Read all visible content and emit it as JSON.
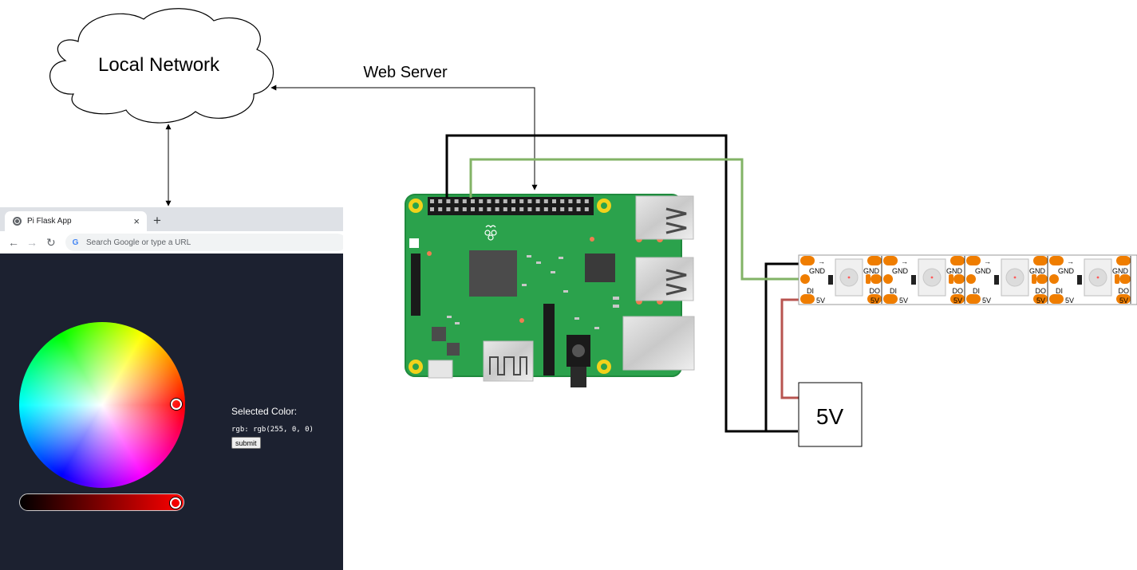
{
  "diagram": {
    "cloud_label": "Local Network",
    "connection_label": "Web Server",
    "power_supply_label": "5V"
  },
  "led_strip": {
    "pin_labels": {
      "gnd": "GND",
      "di": "DI",
      "do": "DO",
      "v5": "5V",
      "arrow": "→"
    }
  },
  "browser": {
    "tab_title": "Pi Flask App",
    "tab_close": "×",
    "new_tab": "+",
    "back": "←",
    "forward": "→",
    "reload": "↻",
    "google_mark": "G",
    "search_placeholder": "Search Google or type a URL"
  },
  "app": {
    "selected_label": "Selected Color:",
    "rgb_value": "rgb: rgb(255, 0, 0)",
    "submit_label": "submit"
  },
  "colors": {
    "background": "#ffffff",
    "app_background": "#1c2130",
    "pcb_green": "#2ba24c",
    "signal_wire": "#82b366",
    "power_wire": "#b85450",
    "ground_wire": "#000000",
    "strip_pad": "#ef7d00",
    "selected_color": "#ff0000"
  }
}
